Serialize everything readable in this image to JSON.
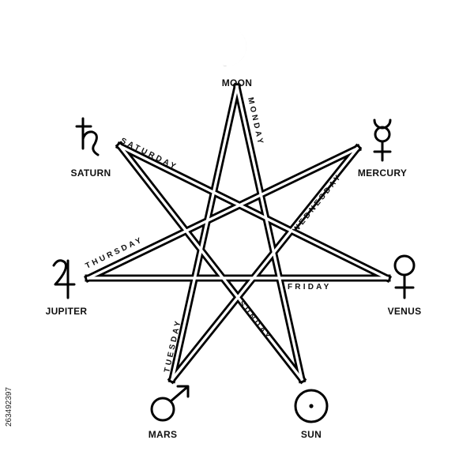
{
  "planets": {
    "moon": {
      "name": "MOON",
      "icon": "moon-crescent-icon"
    },
    "mercury": {
      "name": "MERCURY",
      "icon": "mercury-icon"
    },
    "venus": {
      "name": "VENUS",
      "icon": "venus-icon"
    },
    "sun": {
      "name": "SUN",
      "icon": "sun-icon"
    },
    "mars": {
      "name": "MARS",
      "icon": "mars-icon"
    },
    "jupiter": {
      "name": "JUPITER",
      "icon": "jupiter-icon"
    },
    "saturn": {
      "name": "SATURN",
      "icon": "saturn-icon"
    }
  },
  "days": {
    "monday": "MONDAY",
    "tuesday": "TUESDAY",
    "wednesday": "WEDNESDAY",
    "thursday": "THURSDAY",
    "friday": "FRIDAY",
    "saturday": "SATURDAY",
    "sunday": "SUNDAY"
  },
  "stock_id": "263492397",
  "colors": {
    "ink": "#000000",
    "background": "#ffffff"
  }
}
